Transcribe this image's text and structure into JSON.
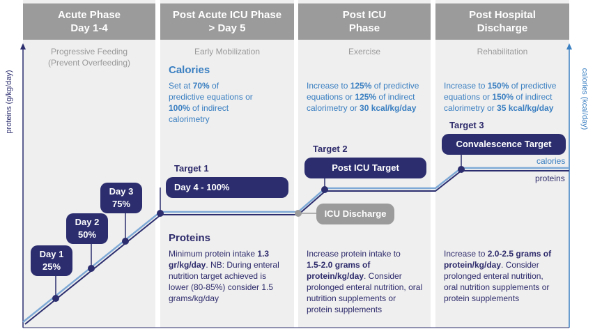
{
  "phases": [
    {
      "title_line1": "Acute Phase",
      "title_line2": "Day 1-4",
      "subtitle_line1": "Progressive Feeding",
      "subtitle_line2": "(Prevent Overfeeding)"
    },
    {
      "title_line1": "Post Acute ICU Phase",
      "title_line2": "> Day 5",
      "subtitle_line1": "Early Mobilization",
      "subtitle_line2": ""
    },
    {
      "title_line1": "Post ICU",
      "title_line2": "Phase",
      "subtitle_line1": "Exercise",
      "subtitle_line2": ""
    },
    {
      "title_line1": "Post Hospital",
      "title_line2": "Discharge",
      "subtitle_line1": "Rehabilitation",
      "subtitle_line2": ""
    }
  ],
  "axes": {
    "left_label": "proteins (g/kg/day)",
    "right_label": "calories (kcal/day)"
  },
  "calories": {
    "heading": "Calories",
    "col2": {
      "a": "Set at ",
      "b": "70%",
      "c": " of",
      "d": "predictive equations or",
      "e": "100%",
      "f": " of indirect",
      "g": "calorimetry"
    },
    "col3": {
      "a": "Increase to ",
      "b": "125%",
      "c": " of predictive",
      "d": "equations or ",
      "e": "125%",
      "f": " of indirect",
      "g": "calorimetry or ",
      "h": "30 kcal/kg/day"
    },
    "col4": {
      "a": "Increase to ",
      "b": "150%",
      "c": " of predictive",
      "d": "equations or ",
      "e": "150%",
      "f": " of indirect",
      "g": "calorimetry or ",
      "h": "35 kcal/kg/day"
    }
  },
  "proteins": {
    "heading": "Proteins",
    "col2": {
      "a": "Minimum protein intake ",
      "b": "1.3",
      "c": "gr/kg/day",
      "d": ".  NB: During enteral",
      "e": "nutrition target achieved is",
      "f": "lower (80-85%) consider 1.5",
      "g": "grams/kg/day"
    },
    "col3": {
      "a": "Increase protein intake to",
      "b": "1.5-2.0 grams of",
      "c": "protein/kg/day",
      "d": ". Consider",
      "e": "prolonged enteral nutrition, oral",
      "f": "nutrition supplements or",
      "g": "protein supplements"
    },
    "col4": {
      "a": "Increase to ",
      "b": "2.0-2.5 grams of",
      "c": "protein/kg/day",
      "d": ". Consider",
      "e": "prolonged enteral nutrition,",
      "f": "oral nutrition supplements or",
      "g": "protein supplements"
    }
  },
  "milestones": {
    "day1": {
      "l1": "Day 1",
      "l2": "25%"
    },
    "day2": {
      "l1": "Day 2",
      "l2": "50%"
    },
    "day3": {
      "l1": "Day 3",
      "l2": "75%"
    },
    "target1": {
      "label": "Target 1",
      "box": "Day 4 - 100%"
    },
    "target2": {
      "label": "Target 2",
      "box": "Post ICU Target"
    },
    "target3": {
      "label": "Target 3",
      "box": "Convalescence Target"
    },
    "icu_discharge": "ICU Discharge"
  },
  "line_labels": {
    "calories": "calories",
    "proteins": "proteins"
  },
  "colors": {
    "header": "#9b9b9b",
    "panel": "#efefef",
    "navy": "#2b2d6e",
    "blue": "#3a7fc1",
    "grey_text": "#999999"
  }
}
